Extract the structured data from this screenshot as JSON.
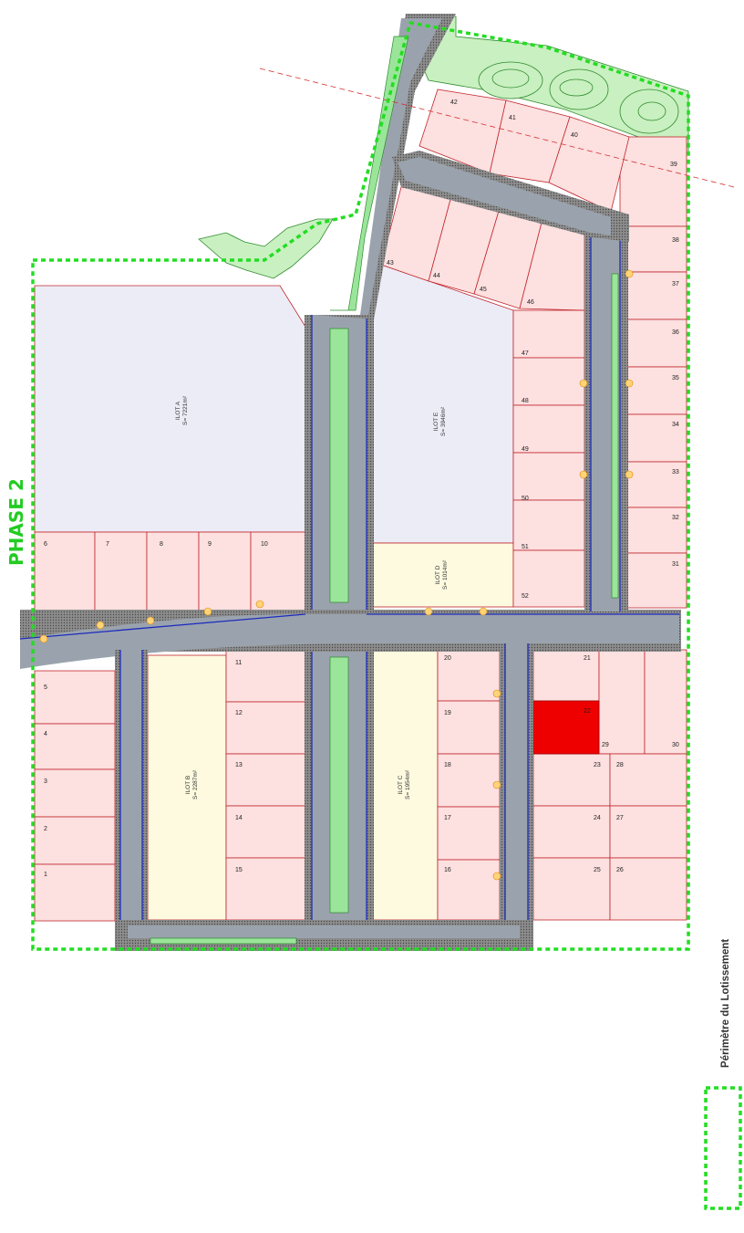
{
  "phase_label": "PHASE 2",
  "legend": {
    "label": "Périmètre du Lotissement"
  },
  "ilots": [
    {
      "name": "ILOT A",
      "area": "S= 7221m²"
    },
    {
      "name": "ILOT B",
      "area": "S= 2287m²"
    },
    {
      "name": "ILOT C",
      "area": "S= 1954m²"
    },
    {
      "name": "ILOT D",
      "area": "S= 1014m²"
    },
    {
      "name": "ILOT E",
      "area": "S= 3946m²"
    }
  ],
  "lots": [
    "1",
    "2",
    "3",
    "4",
    "5",
    "6",
    "7",
    "8",
    "9",
    "10",
    "11",
    "12",
    "13",
    "14",
    "15",
    "16",
    "17",
    "18",
    "19",
    "20",
    "21",
    "22",
    "23",
    "24",
    "25",
    "26",
    "27",
    "28",
    "29",
    "30",
    "31",
    "32",
    "33",
    "34",
    "35",
    "36",
    "37",
    "38",
    "39",
    "40",
    "41",
    "42",
    "43",
    "44",
    "45",
    "46",
    "47",
    "48",
    "49",
    "50",
    "51",
    "52"
  ],
  "highlighted_lot": "22",
  "colors": {
    "lot": "#fde0e0",
    "ilot_a_e": "#ececf7",
    "ilot_b_c_d": "#fdfadf",
    "lot_border": "#c0262c",
    "road": "#9aa3ad",
    "curb": "#1d2bbd",
    "perimeter": "#22dd22",
    "highlight": "#ee0000",
    "green_space": "#c9f0c0"
  }
}
